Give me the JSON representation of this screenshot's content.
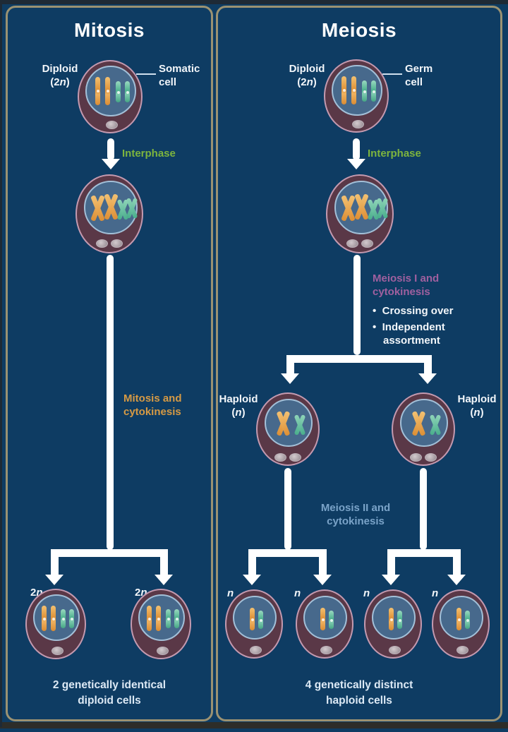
{
  "colors": {
    "background": "#0e3c63",
    "panel_border": "#9b9272",
    "cell_body": "#5a3847",
    "cell_outline": "#c49ab0",
    "nucleus": "#47698c",
    "nucleus_outline": "#a3c0d8",
    "chromosome_orange": "#e49a3e",
    "chromosome_teal": "#54b794",
    "arrow": "#ffffff",
    "interphase_green": "#7db43e",
    "mitosis_orange": "#d69a44",
    "meiosis1_purple": "#a0609f",
    "meiosis2_blue": "#7aa3c8",
    "text": "#f2f6fa"
  },
  "mitosis": {
    "title": "Mitosis",
    "start_label": "Diploid",
    "start_ploidy": {
      "pre": "(2",
      "n": "n",
      "post": ")"
    },
    "cell_type_line1": "Somatic",
    "cell_type_line2": "cell",
    "interphase_label": "Interphase",
    "process_line1": "Mitosis and",
    "process_line2": "cytokinesis",
    "result_ploidy": {
      "pre": "2",
      "n": "n"
    },
    "caption_line1": "2 genetically identical",
    "caption_line2": "diploid cells"
  },
  "meiosis": {
    "title": "Meiosis",
    "start_label": "Diploid",
    "start_ploidy": {
      "pre": "(2",
      "n": "n",
      "post": ")"
    },
    "cell_type_line1": "Germ",
    "cell_type_line2": "cell",
    "interphase_label": "Interphase",
    "meiosis1_line1": "Meiosis I and",
    "meiosis1_line2": "cytokinesis",
    "bullet_marker": "•",
    "bullet1": "Crossing over",
    "bullet2_line1": "Independent",
    "bullet2_line2": "assortment",
    "haploid_label": "Haploid",
    "haploid_ploidy": {
      "pre": "(",
      "n": "n",
      "post": ")"
    },
    "meiosis2_line1": "Meiosis II and",
    "meiosis2_line2": "cytokinesis",
    "result_ploidy": {
      "n": "n"
    },
    "caption_line1": "4 genetically distinct",
    "caption_line2": "haploid cells"
  }
}
